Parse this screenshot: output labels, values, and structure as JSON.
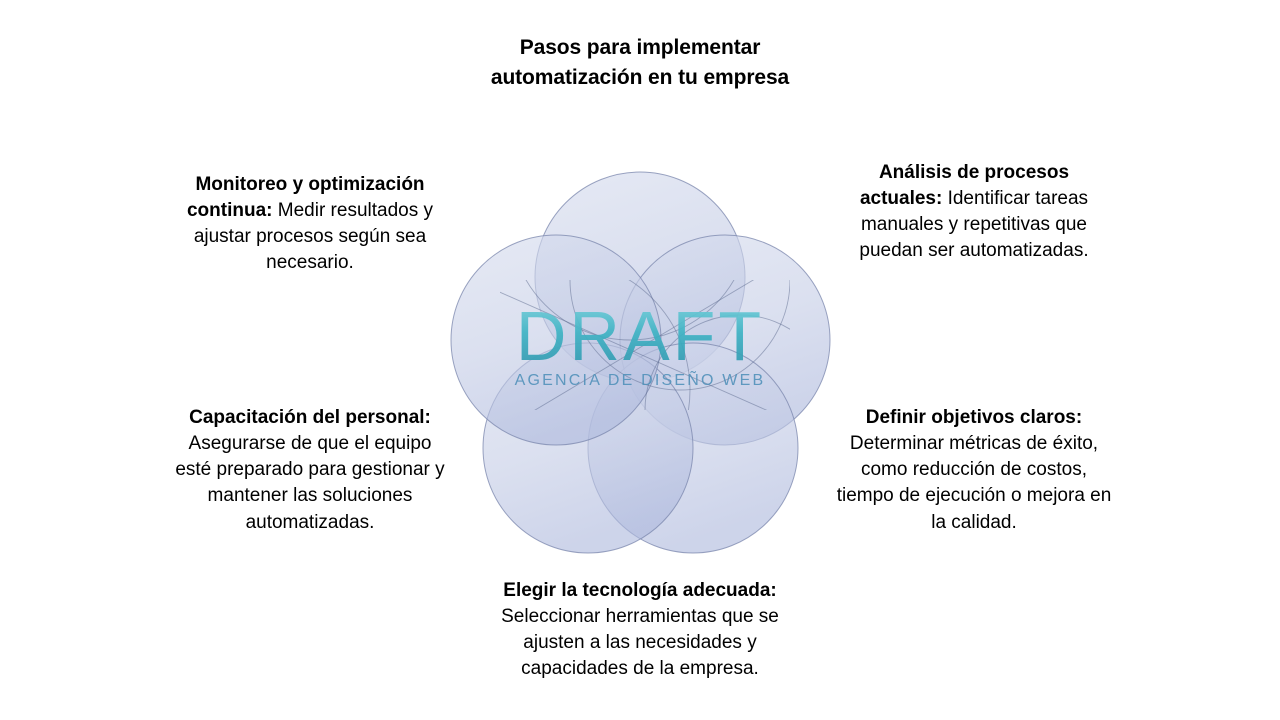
{
  "slide": {
    "title": "Pasos para implementar automatización en tu empresa",
    "background_color": "#ffffff",
    "text_color": "#000000"
  },
  "diagram": {
    "type": "basic-venn",
    "circle_count": 5,
    "fill_color_light": "#ccd3e8",
    "fill_color_mid": "#a9b6dc",
    "outline_color": "#7a86ac"
  },
  "watermark": {
    "brand": "DRAFT",
    "tagline": "AGENCIA DE DISEÑO WEB",
    "brand_color": "#3aafc0",
    "tagline_color": "#4f8fb8"
  },
  "callouts": [
    {
      "id": "analisis-de-procesos-actuales",
      "heading": "Análisis de procesos actuales:",
      "body": " Identificar tareas manuales y repetitivas que puedan ser automatizadas."
    },
    {
      "id": "definir-objetivos-claros",
      "heading": "Definir objetivos claros:",
      "body": " Determinar métricas de éxito, como reducción de costos, tiempo de ejecución o mejora en la calidad."
    },
    {
      "id": "elegir-la-tecnologia-adecuada",
      "heading": "Elegir la tecnología adecuada:",
      "body": " Seleccionar herramientas que se ajusten a las necesidades y capacidades de la empresa."
    },
    {
      "id": "capacitacion-del-personal",
      "heading": "Capacitación del personal:",
      "body": " Asegurarse de que el equipo esté preparado para gestionar y mantener las soluciones automatizadas."
    },
    {
      "id": "monitoreo-y-optimizacion-continua",
      "heading": "Monitoreo y optimización continua:",
      "body": " Medir resultados y ajustar procesos según sea necesario."
    }
  ]
}
